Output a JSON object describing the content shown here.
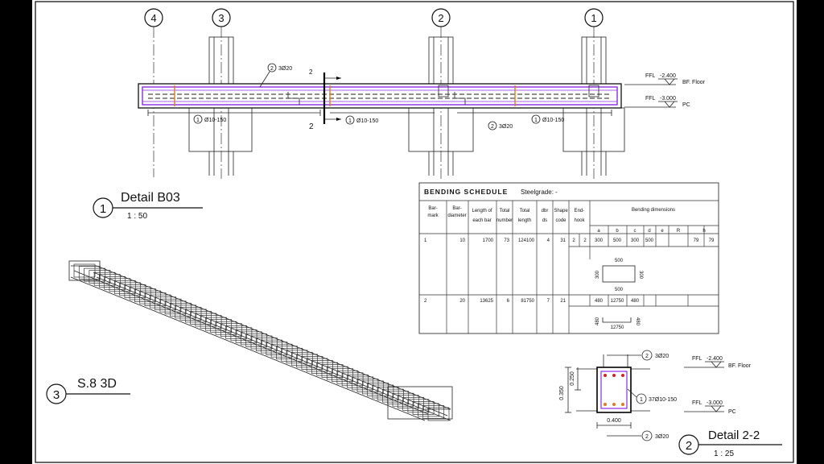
{
  "frame": {
    "background": "#000000",
    "paper": "#ffffff",
    "purple": "#8a2be2",
    "orange": "#e07a1f",
    "red": "#d62020"
  },
  "gridlines": {
    "g4": "4",
    "g3": "3",
    "g2": "2",
    "g1": "1"
  },
  "elevation": {
    "bar_top_note": "3Ø20",
    "bar_top_tag": "2",
    "bar_bottom_note": "3Ø20",
    "bar_bottom_tag": "2",
    "stirrup_left": "Ø10-150",
    "stirrup_left_tag": "1",
    "stirrup_mid": "Ø10-150",
    "stirrup_mid_tag": "1",
    "stirrup_right": "Ø10-150",
    "stirrup_right_tag": "1",
    "section_mark_top": "2",
    "section_mark_bottom": "2",
    "ffl_top_label": "FFL",
    "ffl_top_value": "-2.400",
    "ffl_top_name": "BF. Floor",
    "ffl_bot_label": "FFL",
    "ffl_bot_value": "-3.000",
    "ffl_bot_name": "PC"
  },
  "detail_b03": {
    "number": "1",
    "title": "Detail B03",
    "scale": "1 : 50"
  },
  "detail_3d": {
    "number": "3",
    "title": "S.8 3D"
  },
  "detail_22": {
    "number": "2",
    "title": "Detail 2-2",
    "scale": "1 : 25",
    "top_bar_tag": "2",
    "top_bar": "3Ø20",
    "bot_bar_tag": "2",
    "bot_bar": "3Ø20",
    "stirrup_tag": "1",
    "stirrup": "37Ø10-150",
    "dim_width": "0.400",
    "dim_total": "0.350",
    "dim_upper": "0.250",
    "ffl_top_label": "FFL",
    "ffl_top_value": "-2.400",
    "ffl_top_name": "BF. Floor",
    "ffl_bot_label": "FFL",
    "ffl_bot_value": "-3.000",
    "ffl_bot_name": "PC"
  },
  "schedule": {
    "title": "BENDING SCHEDULE",
    "subtitle": "Steelgrade: -",
    "headers": {
      "barmark": [
        "Bar-",
        "mark"
      ],
      "diameter": [
        "Bar-",
        "diameter"
      ],
      "length": [
        "Length of",
        "each bar"
      ],
      "number": [
        "Total",
        "number"
      ],
      "total_length": [
        "Total",
        "length"
      ],
      "dbr": [
        "dbr",
        "ds"
      ],
      "shape": [
        "Shape",
        "code"
      ],
      "endhook": [
        "End-",
        "hook"
      ],
      "bending": "Bending dimensions",
      "dims": [
        "a",
        "b",
        "c",
        "d",
        "e",
        "R",
        "h"
      ]
    },
    "rows": [
      {
        "mark": "1",
        "dia": "10",
        "len": "1700",
        "num": "73",
        "total": "124100",
        "dbr": "4",
        "shape": "31",
        "hook1": "2",
        "hook2": "2",
        "a": "300",
        "b": "500",
        "c": "300",
        "d": "500",
        "h1": "79",
        "h2": "79",
        "sketch": {
          "top": "500",
          "left": "300",
          "right": "300",
          "bottom": "500"
        }
      },
      {
        "mark": "2",
        "dia": "20",
        "len": "13625",
        "num": "6",
        "total": "81750",
        "dbr": "7",
        "shape": "21",
        "a": "480",
        "b": "12750",
        "c": "480",
        "sketch": {
          "mid": "12750",
          "left": "480",
          "right": "480"
        }
      }
    ]
  }
}
